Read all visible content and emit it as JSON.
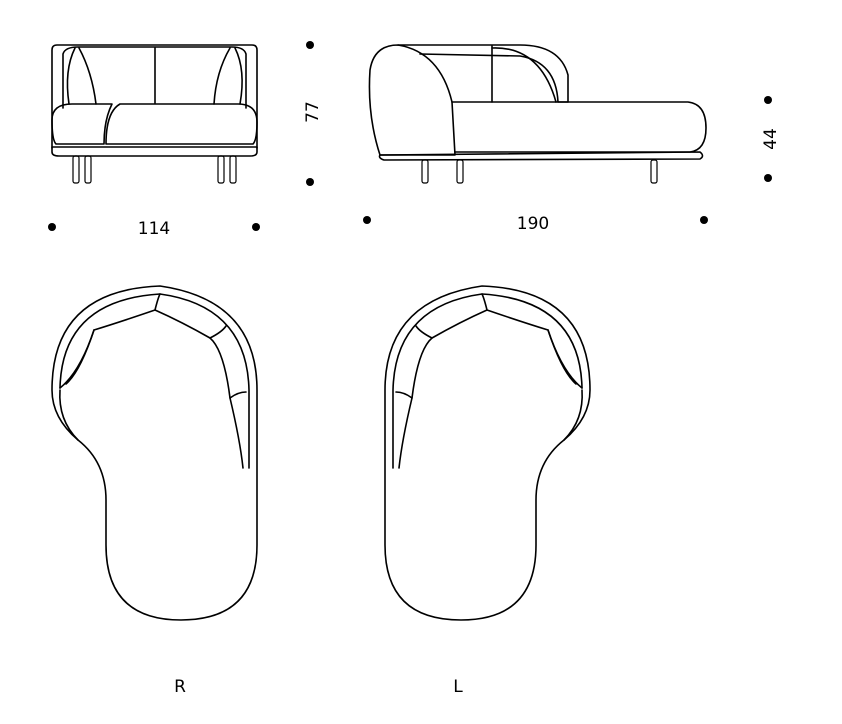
{
  "dimensions": {
    "height": "77",
    "seat_height": "44",
    "width_front": "114",
    "length_side": "190"
  },
  "variant_labels": {
    "right": "R",
    "left": "L"
  }
}
